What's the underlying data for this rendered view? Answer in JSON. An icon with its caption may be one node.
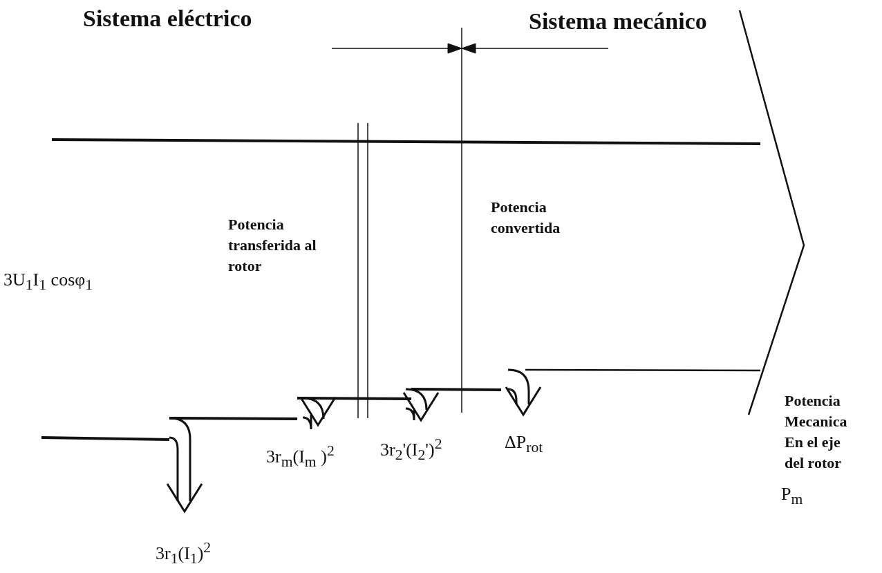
{
  "diagram": {
    "labels": [
      "Sistema eléctrico",
      "Sistema mecánico",
      "Potencia convertida",
      "Potencia transferida al rotor",
      "3U$_{1}$I$_{1}$ cosφ$_{1}$",
      "Potencia Mecanica En el eje del rotor",
      "3r$_{m}$(I$_{m}$ )$^{2}$",
      "3r$_{2}$'(I$_{2}$')$^{2}$",
      "ΔP$_{rot}$",
      "P$_{m}$",
      "3r$_{1}$(I$_{1}$)$^{2}$"
    ]
  }
}
